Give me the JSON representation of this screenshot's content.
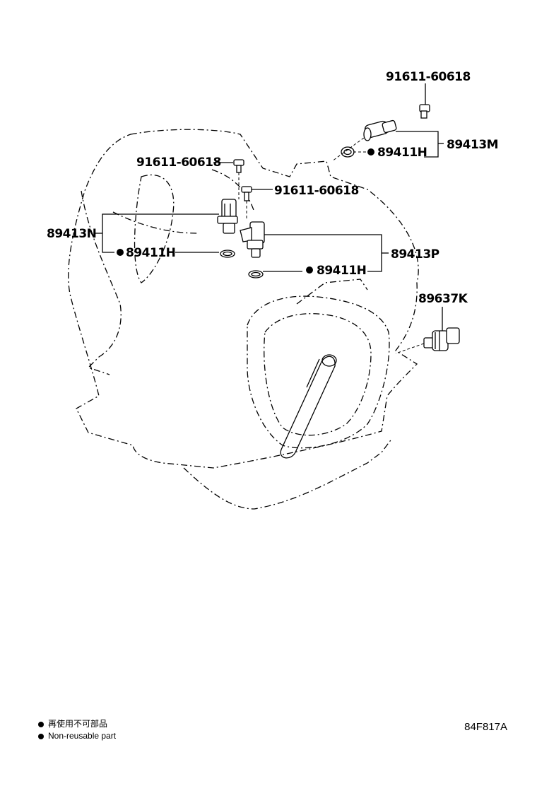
{
  "callouts": {
    "bolt_top_right": "91611-60618",
    "bolt_left": "91611-60618",
    "bolt_center": "91611-60618",
    "sensor_m": "89413M",
    "sensor_n": "89413N",
    "sensor_p": "89413P",
    "oring_m": "89411H",
    "oring_n": "89411H",
    "oring_p": "89411H",
    "switch_k": "89637K"
  },
  "legend": {
    "line1": "再使用不可部品",
    "line2": "Non-reusable part"
  },
  "reference_code": "84F817A"
}
